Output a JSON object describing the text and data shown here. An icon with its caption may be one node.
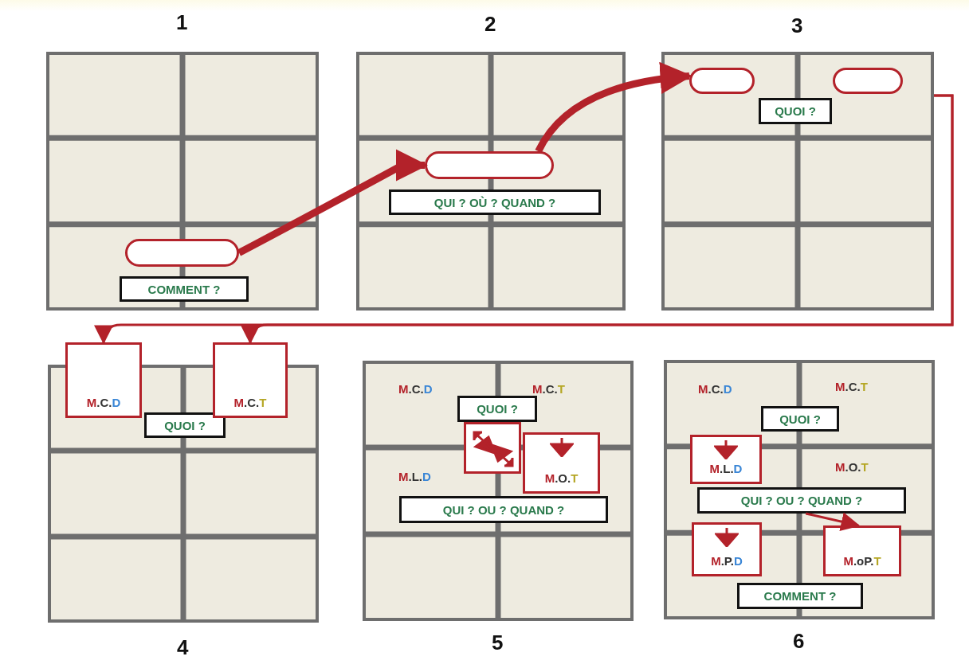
{
  "diagram": {
    "nodes": [
      {
        "text": [],
        "shape": "box",
        "beside": [
          "1"
        ]
      },
      {
        "text": [],
        "shape": "pill",
        "in": 0
      },
      {
        "text": [
          "COMMENT ?"
        ],
        "in": 0
      },
      {
        "text": [],
        "shape": "box",
        "beside": [
          "2"
        ]
      },
      {
        "text": [],
        "shape": "pill",
        "in": 3
      },
      {
        "text": [
          "QUI ? OÙ ? QUAND ?"
        ],
        "in": 3
      },
      {
        "text": [],
        "shape": "box",
        "beside": [
          "3"
        ]
      },
      {
        "text": [],
        "shape": "pill",
        "in": 6
      },
      {
        "text": [],
        "shape": "pill",
        "in": 6
      },
      {
        "text": [
          "QUOI ?"
        ],
        "in": 6
      },
      {
        "text": [],
        "shape": "box",
        "beside": [
          "4"
        ]
      },
      {
        "text": [
          "M.C.D"
        ]
      },
      {
        "text": [
          "M.C.T"
        ]
      },
      {
        "text": [
          "QUOI ?"
        ],
        "in": 10
      },
      {
        "text": [],
        "shape": "box",
        "beside": [
          "5"
        ]
      },
      {
        "text": [
          "QUOI ?"
        ],
        "in": 14
      },
      {
        "text": [],
        "shape": "box",
        "in": 14
      },
      {
        "text": [
          "M.O.T"
        ],
        "in": 14
      },
      {
        "text": [
          "QUI ? OU ? QUAND ?"
        ],
        "in": 14
      },
      {
        "text": [],
        "shape": "box",
        "beside": [
          "6"
        ]
      },
      {
        "text": [
          "QUOI ?"
        ],
        "in": 19
      },
      {
        "text": [
          "M.L.D"
        ],
        "in": 19
      },
      {
        "text": [
          "QUI ? OU ? QUAND ?"
        ],
        "in": 19
      },
      {
        "text": [
          "M.P.D"
        ],
        "in": 19
      },
      {
        "text": [
          "M.oP.T"
        ],
        "in": 19
      },
      {
        "text": [
          "COMMENT ?"
        ],
        "in": 19
      }
    ],
    "edges": [
      {
        "from": 1,
        "to": 4,
        "arrow": "to",
        "style": "thick"
      },
      {
        "from": 4,
        "to": 7,
        "arrow": "to",
        "style": "thick"
      },
      {
        "from": 6,
        "to": 11,
        "arrow": "to"
      },
      {
        "from": 6,
        "to": 12,
        "arrow": "to"
      },
      {
        "from": 22,
        "to": 24,
        "arrow": "to"
      }
    ],
    "labels": [
      "M.C.D",
      "M.C.T",
      "M.L.D",
      "M.C.D",
      "M.C.T",
      "M.O.T"
    ]
  }
}
